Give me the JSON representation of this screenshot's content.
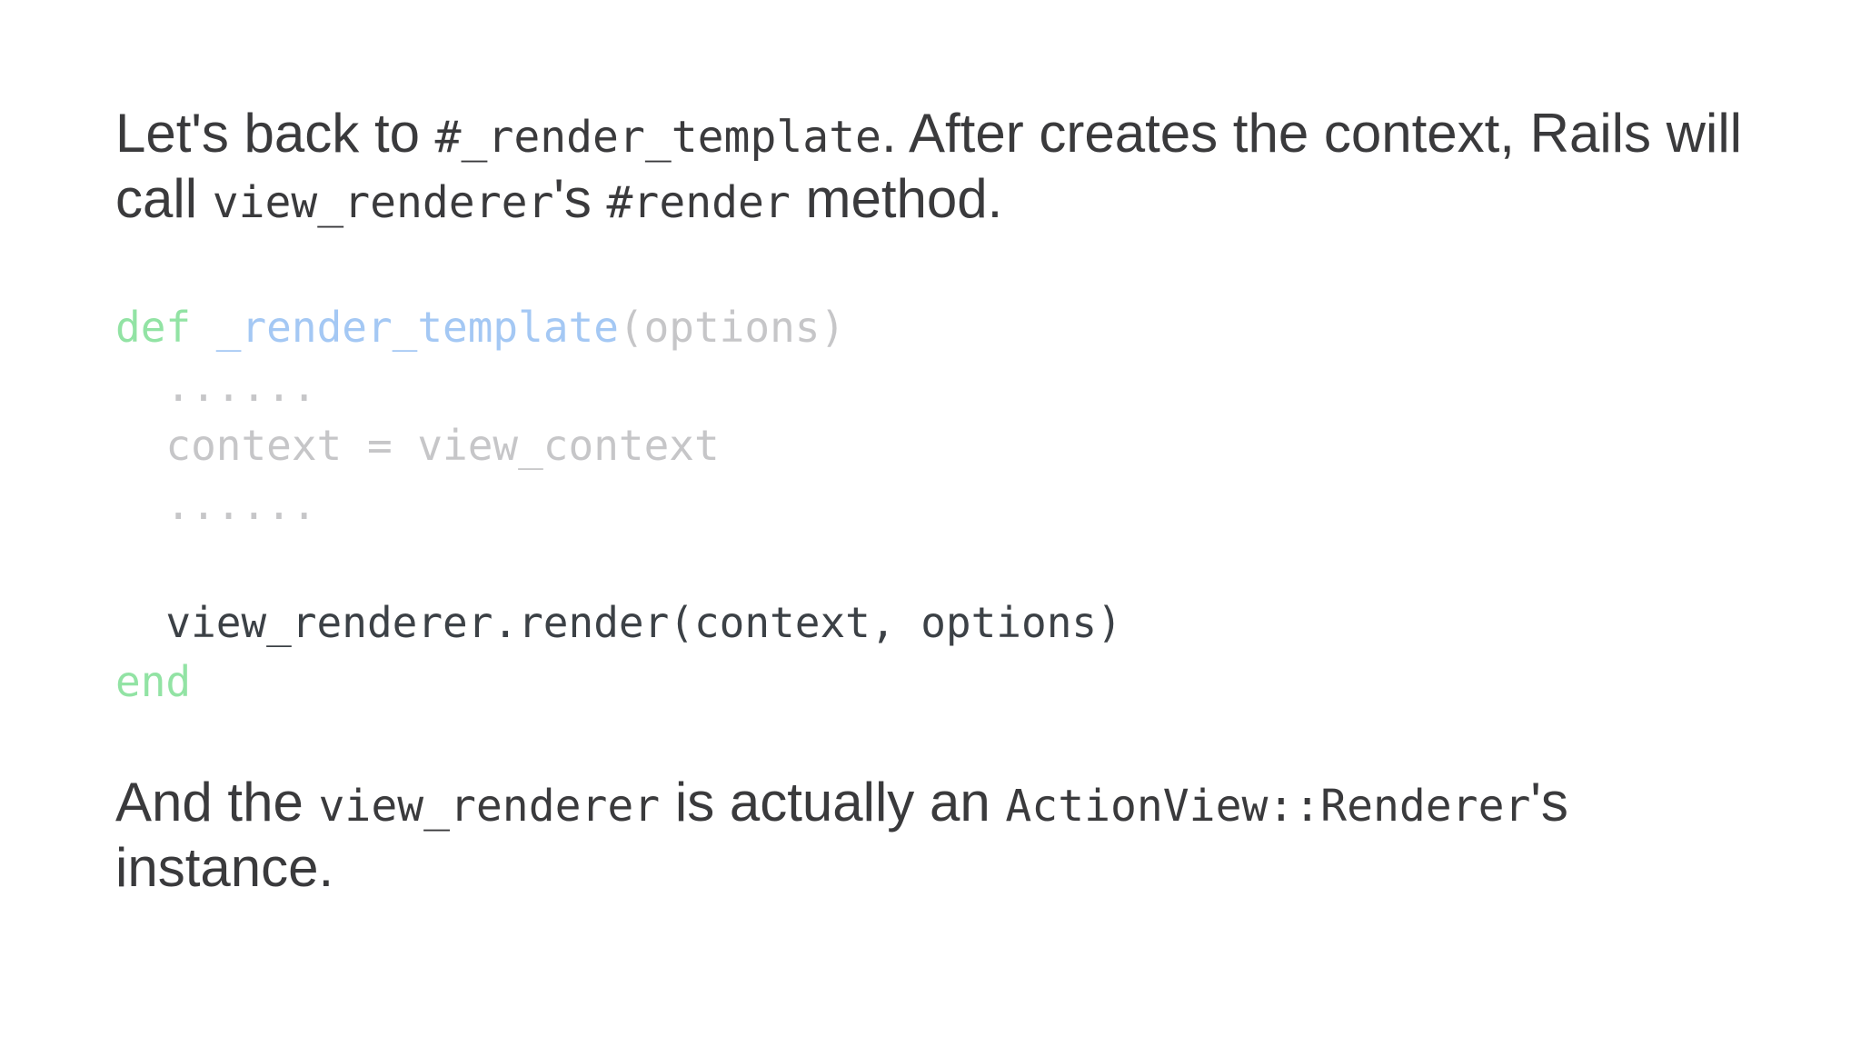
{
  "page": {
    "background": "#ffffff"
  },
  "colors": {
    "body_text": "#3a3a3c",
    "code_keyword_faded": "#92e3a4",
    "code_function_faded": "#a4c8f4",
    "code_dim_faded": "#c6c6c8",
    "code_highlight": "#3c4146"
  },
  "paragraphs": [
    {
      "id": "intro",
      "segments": [
        {
          "text": "Let's back to ",
          "code": false
        },
        {
          "text": "#_render_template",
          "code": true
        },
        {
          "text": ". After creates the context, Rails will call ",
          "code": false
        },
        {
          "text": "view_renderer",
          "code": true
        },
        {
          "text": "'s ",
          "code": false
        },
        {
          "text": "#render",
          "code": true
        },
        {
          "text": " method.",
          "code": false
        }
      ]
    },
    {
      "id": "outro",
      "segments": [
        {
          "text": "And the ",
          "code": false
        },
        {
          "text": "view_renderer",
          "code": true
        },
        {
          "text": " is actually an ",
          "code": false
        },
        {
          "text": "ActionView::Renderer",
          "code": true
        },
        {
          "text": "'s instance.",
          "code": false
        }
      ]
    }
  ],
  "code_block": {
    "language": "ruby",
    "highlighted_line": "  view_renderer.render(context, options)",
    "lines": [
      {
        "tokens": [
          {
            "text": "def",
            "style": "keyword"
          },
          {
            "text": " ",
            "style": "dim"
          },
          {
            "text": "_render_template",
            "style": "function"
          },
          {
            "text": "(options)",
            "style": "dim"
          }
        ]
      },
      {
        "tokens": [
          {
            "text": "  ......",
            "style": "dim"
          }
        ]
      },
      {
        "tokens": [
          {
            "text": "  context = view_context",
            "style": "dim"
          }
        ]
      },
      {
        "tokens": [
          {
            "text": "  ......",
            "style": "dim"
          }
        ]
      },
      {
        "tokens": []
      },
      {
        "tokens": [
          {
            "text": "  view_renderer.render(context, options)",
            "style": "highlight"
          }
        ]
      },
      {
        "tokens": [
          {
            "text": "end",
            "style": "keyword"
          }
        ]
      }
    ]
  }
}
